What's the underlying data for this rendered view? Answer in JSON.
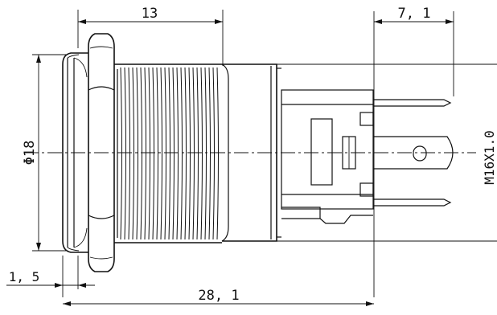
{
  "dimensions": {
    "length_13": "13",
    "length_7_1": "7, 1",
    "diameter_18": "Φ18",
    "flange_1_5": "1, 5",
    "total_28_1": "28, 1",
    "thread_spec": "M16X1.0"
  }
}
